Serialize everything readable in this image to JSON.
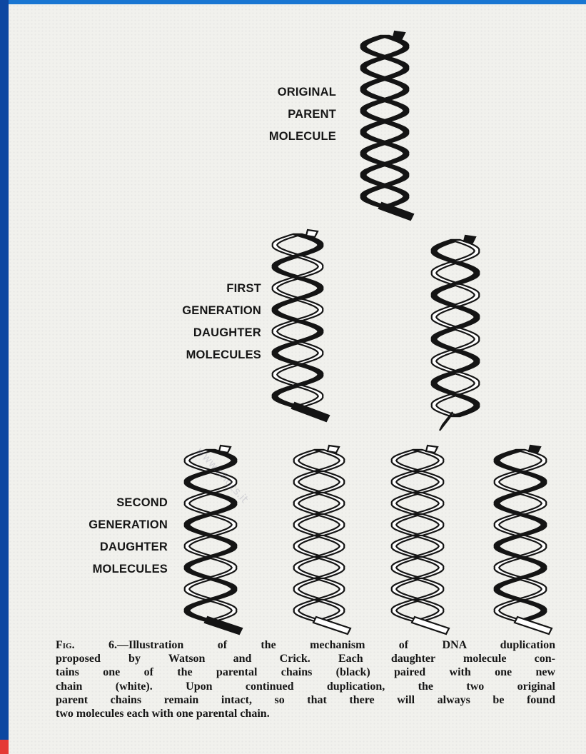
{
  "figure": {
    "labels": {
      "original": [
        "ORIGINAL",
        "PARENT",
        "MOLECULE"
      ],
      "first_generation": [
        "FIRST",
        "GENERATION",
        "DAUGHTER",
        "MOLECULES"
      ],
      "second_generation": [
        "SECOND",
        "GENERATION",
        "DAUGHTER",
        "MOLECULES"
      ]
    },
    "strand_colors": {
      "parental": "#141414",
      "new": "#ffffff"
    },
    "helices": [
      {
        "id": "original-parent-molecule",
        "generation": "original",
        "strands": [
          "parental",
          "parental"
        ]
      },
      {
        "id": "first-generation-daughter-1",
        "generation": "first",
        "strands": [
          "parental",
          "new"
        ]
      },
      {
        "id": "first-generation-daughter-2",
        "generation": "first",
        "strands": [
          "new",
          "parental"
        ]
      },
      {
        "id": "second-generation-daughter-1",
        "generation": "second",
        "strands": [
          "parental",
          "new"
        ]
      },
      {
        "id": "second-generation-daughter-2",
        "generation": "second",
        "strands": [
          "new",
          "new"
        ]
      },
      {
        "id": "second-generation-daughter-3",
        "generation": "second",
        "strands": [
          "new",
          "new"
        ]
      },
      {
        "id": "second-generation-daughter-4",
        "generation": "second",
        "strands": [
          "new",
          "parental"
        ]
      }
    ],
    "caption": {
      "fig_label": "Fig. 6.",
      "dash": "—",
      "lines": [
        "Illustration of the mechanism of DNA duplication",
        "proposed by Watson and Crick.  Each daughter molecule con-",
        "tains one of the parental chains (black) paired with one new",
        "chain (white).  Upon continued duplication, the two original",
        "parent chains remain intact, so that there will always be found",
        "two molecules each with one parental chain."
      ]
    },
    "watermark": "www.nhocs.it"
  }
}
